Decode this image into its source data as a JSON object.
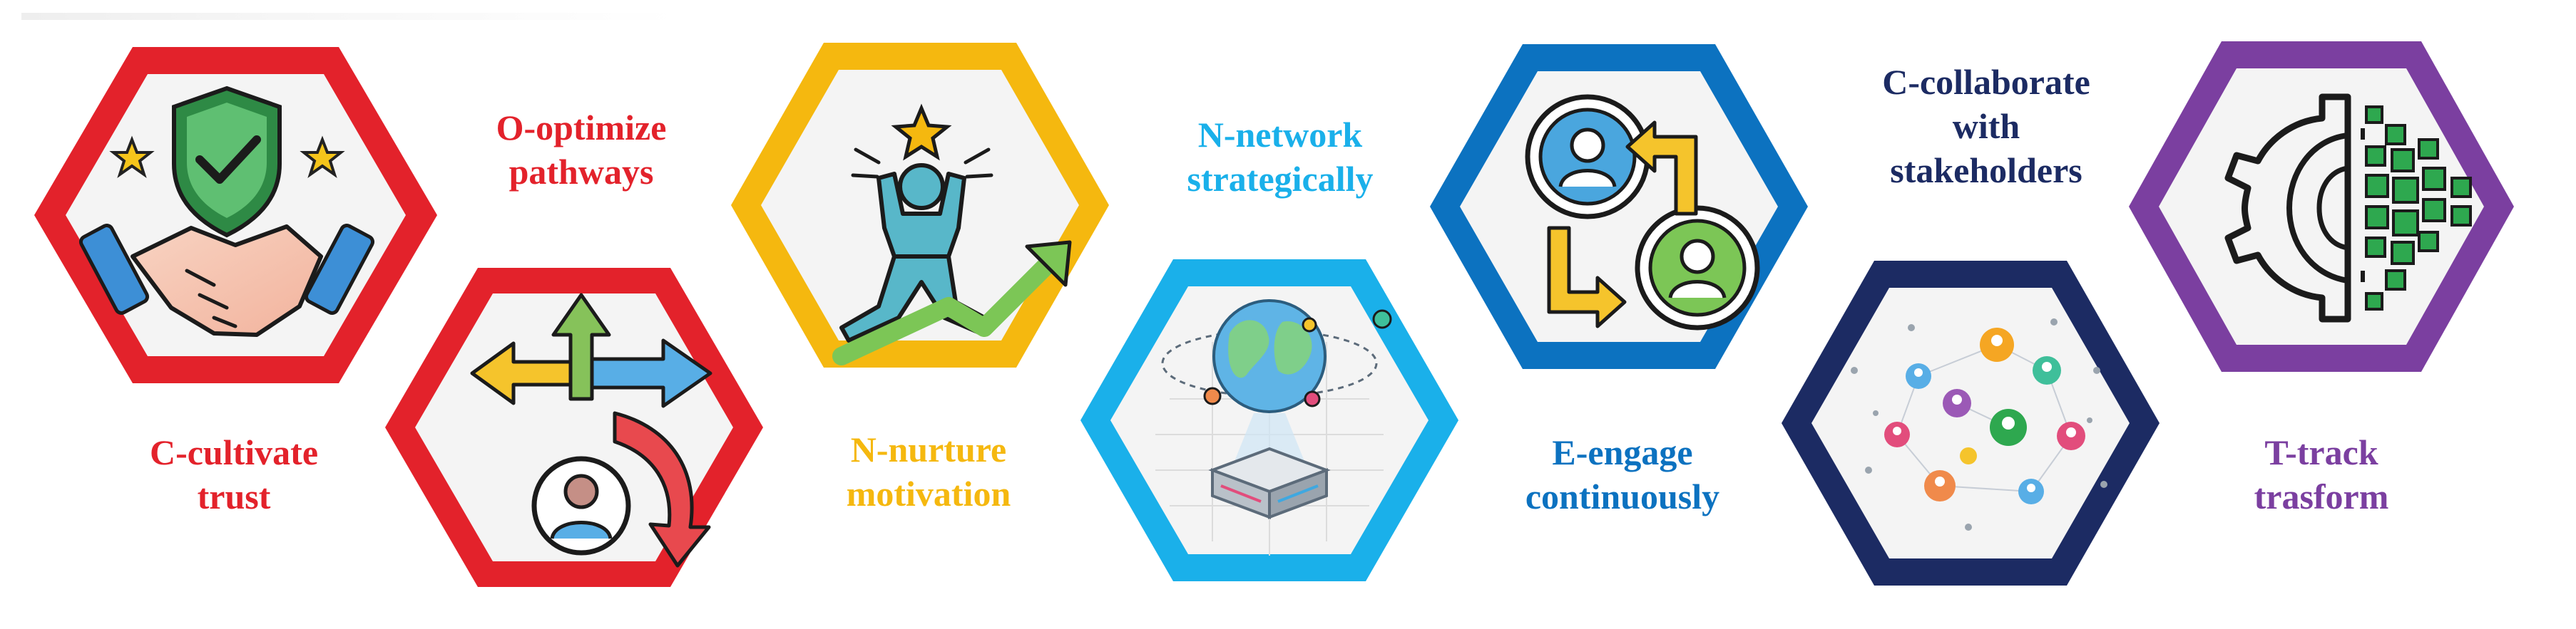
{
  "steps": [
    {
      "id": "cultivate",
      "line1": "C-cultivate",
      "line2": "trust",
      "color": "#e3222b",
      "icon": "handshake-shield-icon"
    },
    {
      "id": "optimize",
      "line1": "O-optimize",
      "line2": "pathways",
      "color": "#e3222b",
      "icon": "arrows-pathways-icon"
    },
    {
      "id": "nurture",
      "line1": "N-nurture",
      "line2": "motivation",
      "color": "#f5b80f",
      "icon": "motivated-person-icon"
    },
    {
      "id": "network",
      "line1": "N-network",
      "line2": "strategically",
      "color": "#1ab0ea",
      "icon": "globe-network-icon"
    },
    {
      "id": "engage",
      "line1": "E-engage",
      "line2": "continuously",
      "color": "#0c72c0",
      "icon": "engagement-exchange-icon"
    },
    {
      "id": "collaborate",
      "line1": "C-collaborate",
      "line2": "with",
      "line3": "stakeholders",
      "color": "#1c2b63",
      "icon": "stakeholder-network-icon"
    },
    {
      "id": "track",
      "line1": "T-track",
      "line2": "trasform",
      "color": "#7b3fa0",
      "icon": "digital-gear-icon"
    }
  ]
}
